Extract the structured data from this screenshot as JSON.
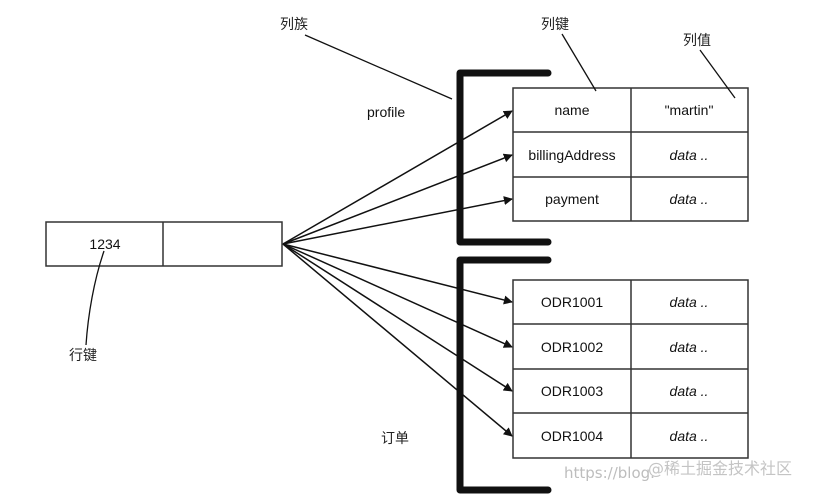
{
  "labels": {
    "column_family": "列族",
    "column_key": "列键",
    "column_value": "列值",
    "row_key": "行键",
    "profile": "profile",
    "orders": "订单"
  },
  "row": {
    "key": "1234"
  },
  "profile_rows": [
    {
      "key": "name",
      "value": "\"martin\""
    },
    {
      "key": "billingAddress",
      "value": "data .."
    },
    {
      "key": "payment",
      "value": "data .."
    }
  ],
  "order_rows": [
    {
      "key": "ODR1001",
      "value": "data .."
    },
    {
      "key": "ODR1002",
      "value": "data .."
    },
    {
      "key": "ODR1003",
      "value": "data .."
    },
    {
      "key": "ODR1004",
      "value": "data .."
    }
  ],
  "watermark": {
    "url_text": "https://blog.",
    "brand_text": "@稀土掘金技术社区"
  }
}
